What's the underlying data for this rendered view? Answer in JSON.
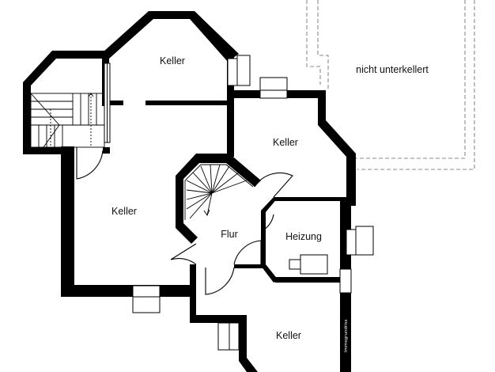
{
  "plan": {
    "rooms": [
      {
        "id": "keller-top",
        "label": "Keller"
      },
      {
        "id": "keller-east",
        "label": "Keller"
      },
      {
        "id": "keller-west",
        "label": "Keller"
      },
      {
        "id": "flur",
        "label": "Flur"
      },
      {
        "id": "heizung",
        "label": "Heizung"
      },
      {
        "id": "keller-south",
        "label": "Keller"
      }
    ],
    "unexcavated_label": "nicht unterkellert",
    "watermark": "Immogrundriss"
  },
  "colors": {
    "wall": "#000000",
    "background": "#ffffff",
    "dashed": "#888888"
  }
}
